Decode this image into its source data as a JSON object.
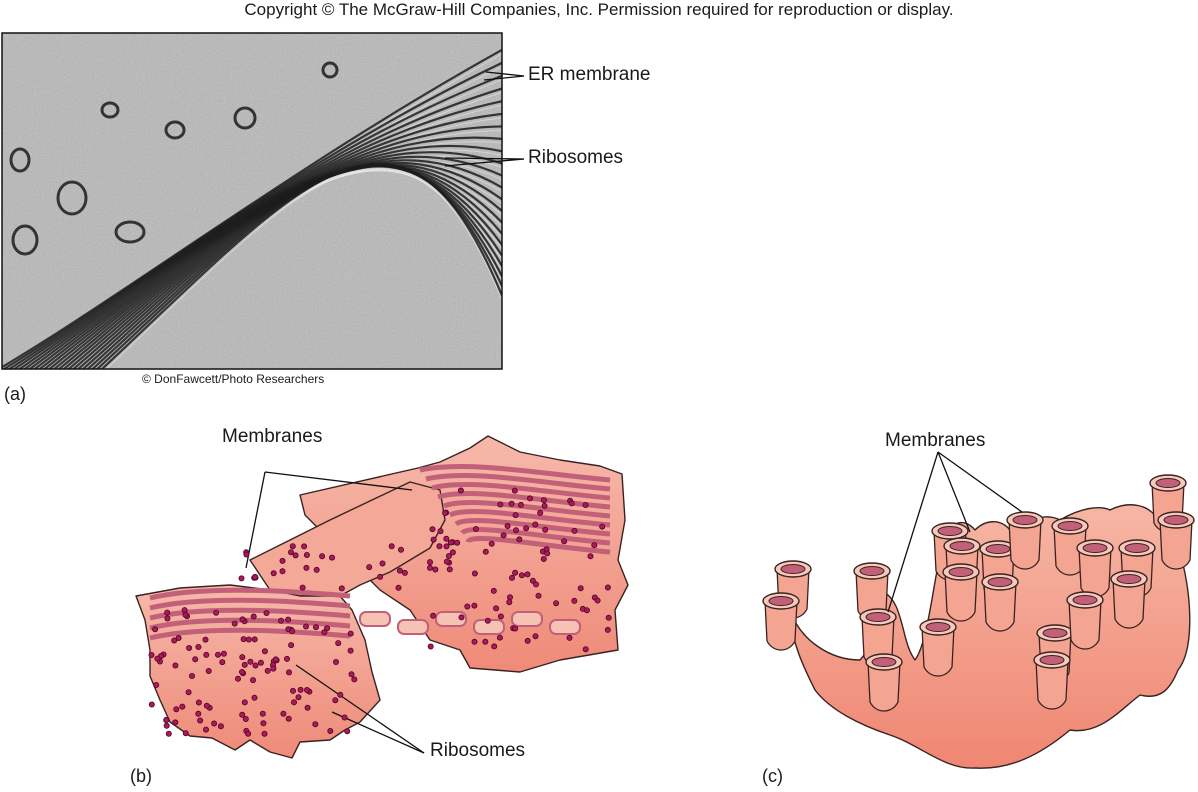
{
  "header": {
    "copyright": "Copyright © The McGraw-Hill Companies, Inc. Permission required for reproduction or display."
  },
  "panel_a": {
    "label": "(a)",
    "credit": "© DonFawcett/Photo Researchers",
    "labels": {
      "er_membrane": "ER membrane",
      "ribosomes": "Ribosomes"
    }
  },
  "panel_b": {
    "label": "(b)",
    "labels": {
      "membranes": "Membranes",
      "ribosomes": "Ribosomes"
    }
  },
  "panel_c": {
    "label": "(c)",
    "labels": {
      "membranes": "Membranes"
    }
  },
  "colors": {
    "tissue": "#f4a393",
    "tissue_light": "#f8c6b8",
    "tissue_deep": "#ef8a78",
    "membrane": "#c2607a",
    "outline": "#2a1a1a",
    "ribosome": "#b0165e",
    "micrograph_bg": "#b9b9b9"
  }
}
